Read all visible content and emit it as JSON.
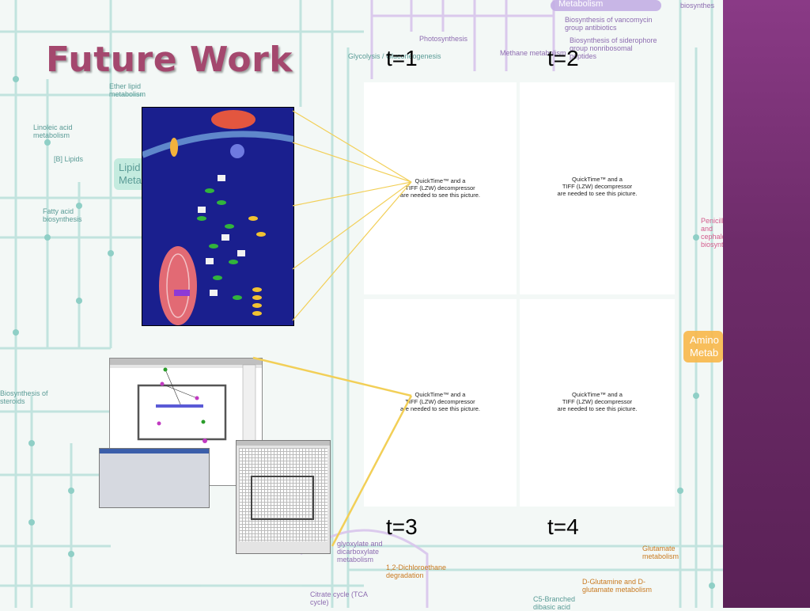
{
  "slide": {
    "title": "Future Work",
    "time_labels": [
      "t=1",
      "t=2",
      "t=3",
      "t=4"
    ],
    "quicktime_message": {
      "line1": "QuickTime™ and a",
      "line2": "TIFF (LZW) decompressor",
      "line3": "are needed to see this picture."
    }
  },
  "background_map": {
    "labels": [
      "Glycolysis / Gluconeogenesis",
      "Photosynthesis",
      "Methane metabolism",
      "Ether lipid metabolism",
      "Linoleic acid metabolism",
      "[B] Lipids",
      "Fatty acid biosynthesis",
      "Biosynthesis of vancomycin group antibiotics",
      "Biosynthesis of siderophore group nonribosomal peptides",
      "Biosynthesis of steroids",
      "Citrate cycle (TCA cycle)",
      "1,2-Dichloroethane degradation",
      "Glutamate metabolism",
      "D-Glutamine and D-glutamate metabolism",
      "C5-Branched dibasic acid",
      "Amino Metab",
      "Penicillin and cephalosporin biosynthesis",
      "Lipid Metab",
      "Metabolism",
      "biosynthes",
      "glyoxylate and dicarboxylate metabolism"
    ]
  },
  "colors": {
    "title": "#a4486e",
    "purple_bar": "#6e2c6a",
    "pathway_background": "#1a1f8e",
    "connector_line": "#f2cf57"
  }
}
